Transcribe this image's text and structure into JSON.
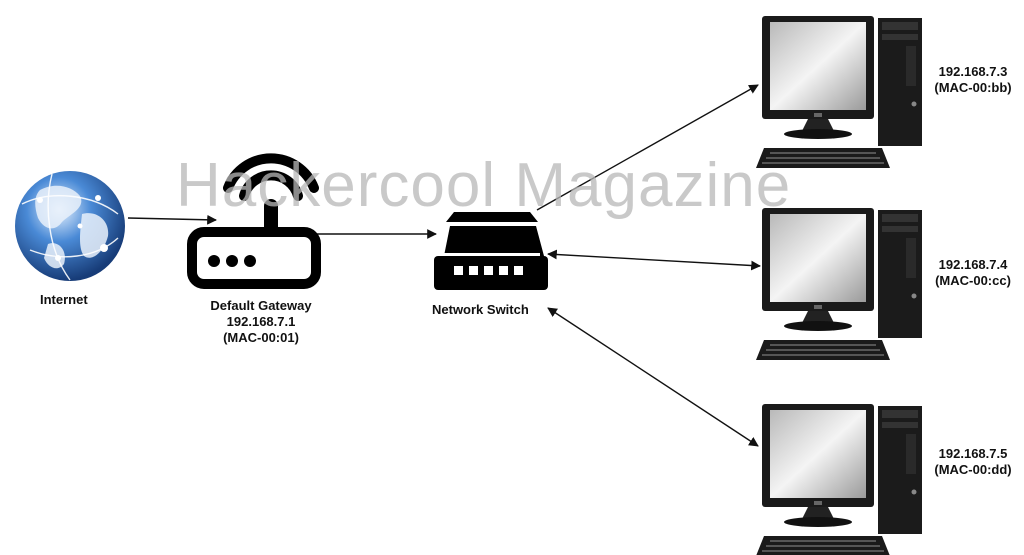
{
  "watermark": "Hackercool Magazine",
  "internet": {
    "label": "Internet"
  },
  "gateway": {
    "name": "Default Gateway",
    "ip": "192.168.7.1",
    "mac": "(MAC-00:01)"
  },
  "switch": {
    "label": "Network Switch"
  },
  "hosts": [
    {
      "ip": "192.168.7.3",
      "mac": "(MAC-00:bb)"
    },
    {
      "ip": "192.168.7.4",
      "mac": "(MAC-00:cc)"
    },
    {
      "ip": "192.168.7.5",
      "mac": "(MAC-00:dd)"
    }
  ],
  "icons": [
    "globe-icon",
    "wifi-router-icon",
    "network-switch-icon",
    "desktop-computer-icon"
  ],
  "colors": {
    "globe": "#3a78c8",
    "device": "#000000",
    "line": "#111111"
  }
}
